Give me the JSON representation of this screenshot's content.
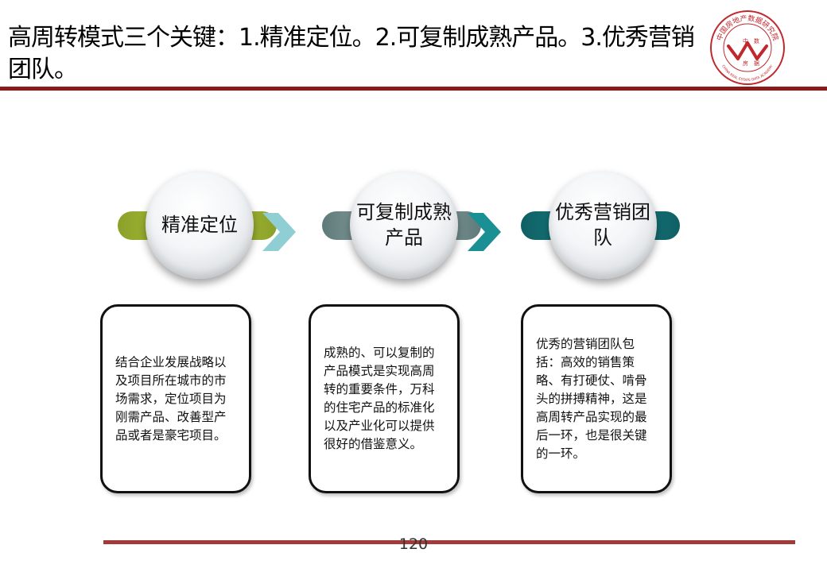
{
  "slide": {
    "title": "高周转模式三个关键：1.精准定位。2.可复制成熟产品。3.优秀营销团队。",
    "page_number": "120"
  },
  "logo": {
    "ring_text": "中国房地产数据研究院",
    "ring_text_en": "CHINA REAL ESTATE DATA ACADEMY",
    "center_chars": [
      "中",
      "数",
      "房",
      "据"
    ],
    "color": "#c0282d"
  },
  "steps": [
    {
      "label": "精准定位",
      "accent": "#9fb82f",
      "description": "结合企业发展战略以及项目所在城市的市场需求，定位项目为刚需产品、改善型产品或者是豪宅项目。"
    },
    {
      "label": "可复制成熟产品",
      "accent": "#7f9999",
      "description": "成熟的、可以复制的产品模式是实现高周转的重要条件，万科的住宅产品的标准化以及产业化可以提供很好的借鉴意义。"
    },
    {
      "label": "优秀营销团队",
      "accent": "#167378",
      "description": "优秀的营销团队包括：高效的销售策略、有打硬仗、啃骨头的拼搏精神，这是高周转产品实现的最后一环，也是很关键的一环。"
    }
  ],
  "arrows": [
    {
      "icon": "chevron-right-icon",
      "color": "#8fcfd3"
    },
    {
      "icon": "chevron-right-icon",
      "color": "#1a8f94"
    }
  ],
  "colors": {
    "title_rule": "#8b1a1a",
    "footer_rule": "#a33a3a"
  }
}
